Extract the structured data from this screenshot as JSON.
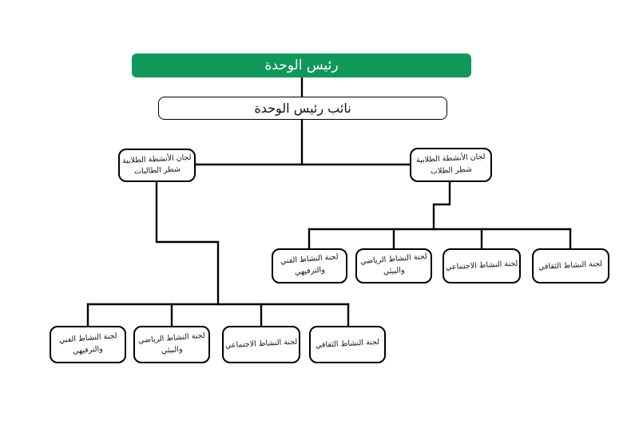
{
  "org_chart": {
    "root": {
      "label": "رئيس الوحدة"
    },
    "deputy": {
      "label": "نائب رئيس الوحدة"
    },
    "female_branch": {
      "line1": "لجان الأنشطة الطلابية",
      "line2": "شطر الطالبات"
    },
    "male_branch": {
      "line1": "لجان الأنشطة الطلابية",
      "line2": "شطر الطلاب"
    },
    "male_committees": [
      {
        "line1": "لجنة النشاط الفني",
        "line2": "والترفيهي"
      },
      {
        "line1": "لجنة النشاط الرياضي",
        "line2": "والبيئي"
      },
      {
        "line1": "لجنة النشاط الاجتماعي",
        "line2": ""
      },
      {
        "line1": "لجنة النشاط الثقافي",
        "line2": ""
      }
    ],
    "female_committees": [
      {
        "line1": "لجنة النشاط الفني",
        "line2": "والترفيهي"
      },
      {
        "line1": "لجنة النشاط الرياضي",
        "line2": "والبيئي"
      },
      {
        "line1": "لجنة النشاط الاجتماعي",
        "line2": ""
      },
      {
        "line1": "لجنة النشاط الثقافي",
        "line2": ""
      }
    ]
  },
  "colors": {
    "root_fill": "#0f9859",
    "root_text": "#ffffff",
    "node_border": "#000000",
    "connector": "#000000"
  }
}
